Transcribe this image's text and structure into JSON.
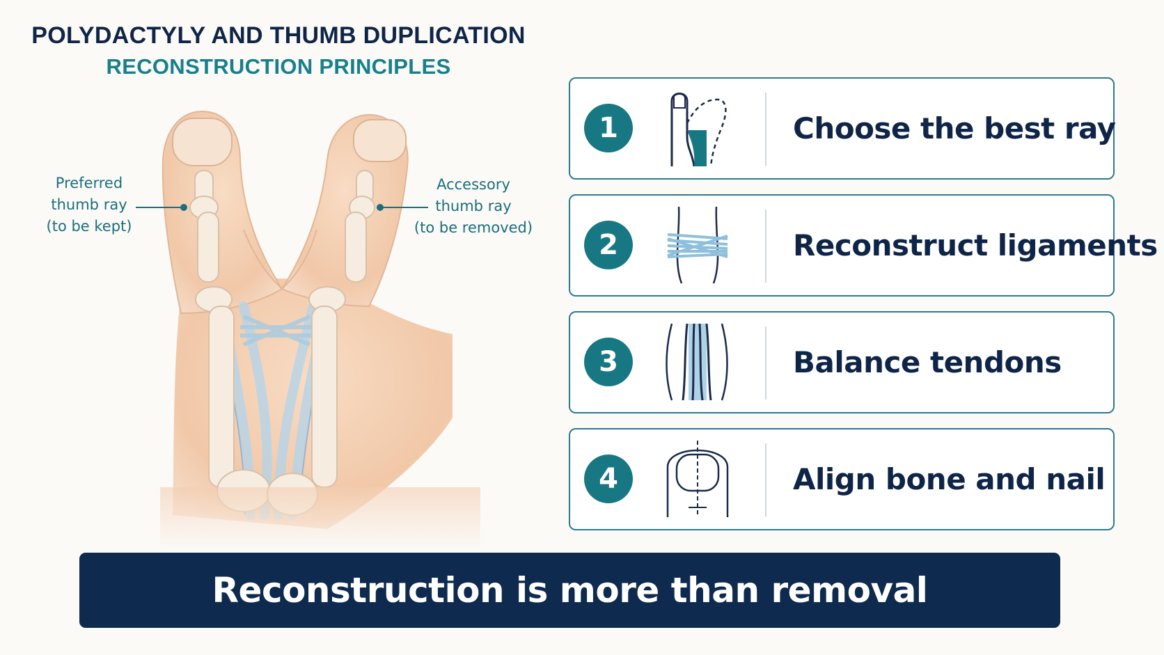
{
  "header": {
    "title": "POLYDACTYLY AND THUMB DUPLICATION",
    "subtitle": "RECONSTRUCTION PRINCIPLES"
  },
  "illustration": {
    "callout_left": [
      "Preferred",
      "thumb ray",
      "(to be kept)"
    ],
    "callout_right": [
      "Accessory",
      "thumb ray",
      "(to be removed)"
    ]
  },
  "steps": [
    {
      "number": "1",
      "label": "Choose the best ray",
      "icon": "thumb-ray-icon"
    },
    {
      "number": "2",
      "label": "Reconstruct ligaments",
      "icon": "ligament-icon"
    },
    {
      "number": "3",
      "label": "Balance tendons",
      "icon": "tendon-icon"
    },
    {
      "number": "4",
      "label": "Align bone and nail",
      "icon": "nail-alignment-icon"
    }
  ],
  "banner": {
    "text": "Reconstruction is more than removal"
  },
  "colors": {
    "navy": "#0e2a4f",
    "teal": "#177884",
    "skin": "#f3cfb2",
    "bone": "#f6ece0",
    "tendon": "#b9d4e6"
  }
}
